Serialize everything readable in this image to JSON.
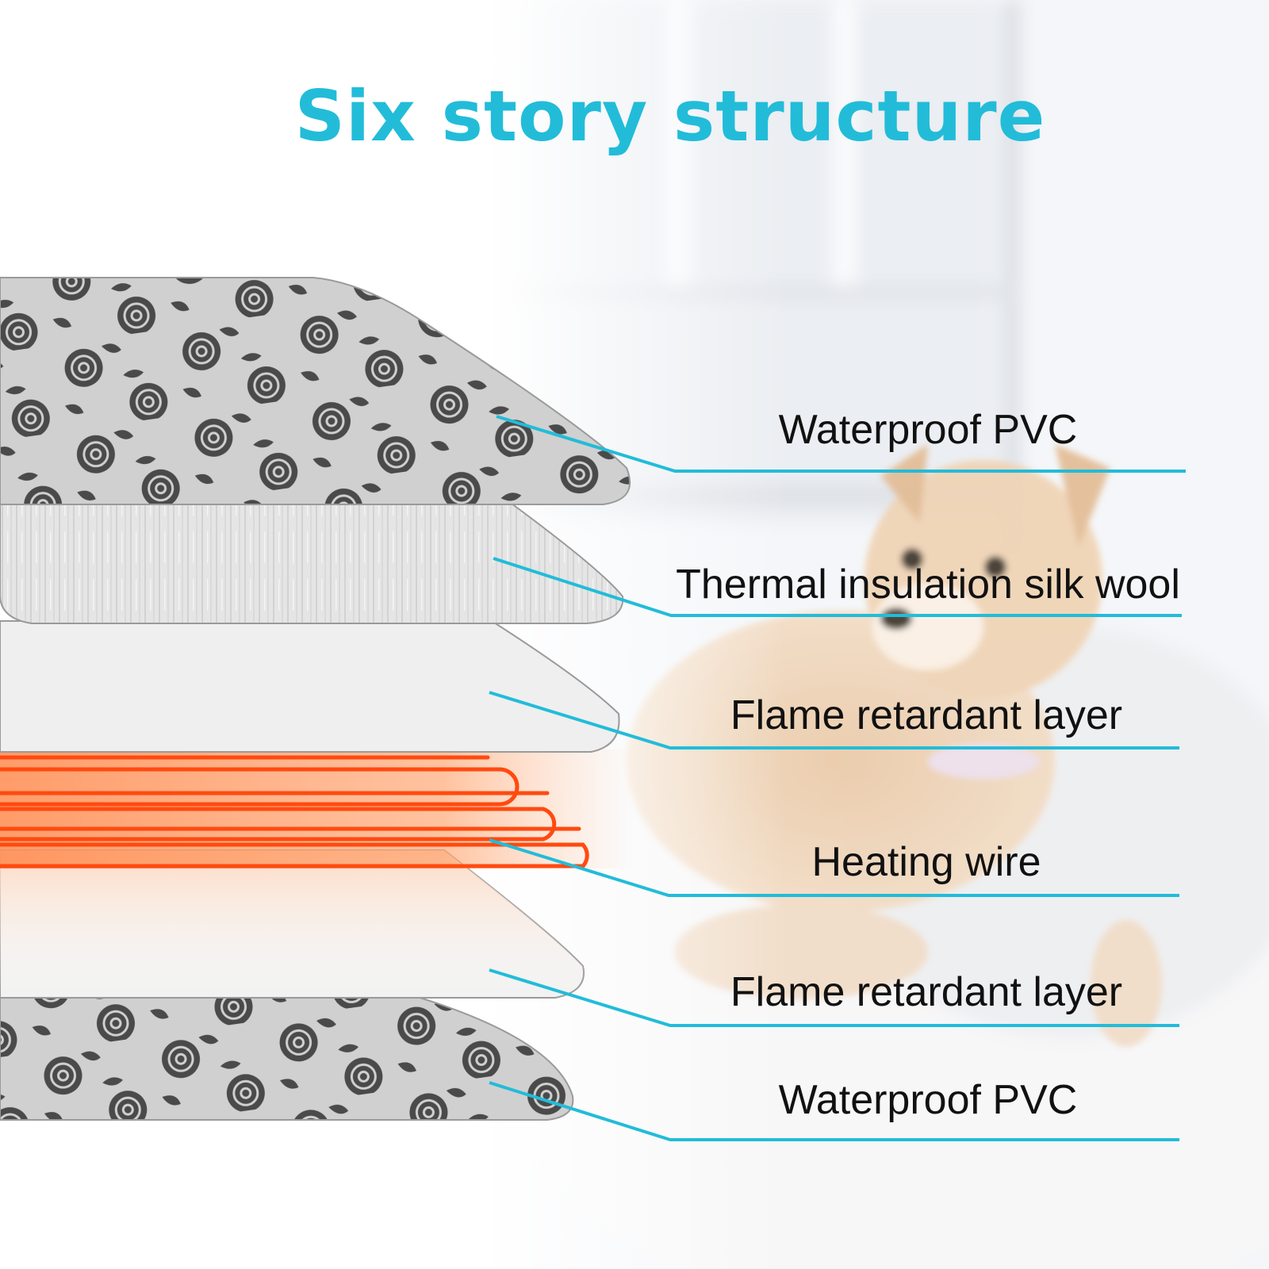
{
  "title": "Six story structure",
  "colors": {
    "title": "#22bcd9",
    "callout_line": "#22bcd9",
    "heating_wire": "#ff4a10",
    "heating_glow": "#ff7a3d",
    "pvc_base": "#cfcfcf",
    "pvc_pattern": "#4a4a4a",
    "wool": "#e6e6e6",
    "flame_layer": "#f3f3f3",
    "label_text": "#111111"
  },
  "layers": [
    {
      "label": "Waterproof PVC",
      "material": "patterned-pvc"
    },
    {
      "label": "Thermal insulation silk wool",
      "material": "silk-wool"
    },
    {
      "label": "Flame retardant layer",
      "material": "flame-retardant"
    },
    {
      "label": "Heating wire",
      "material": "heating-wire"
    },
    {
      "label": "Flame retardant layer",
      "material": "flame-retardant"
    },
    {
      "label": "Waterproof PVC",
      "material": "patterned-pvc"
    }
  ],
  "background": {
    "scene": "puppy lying on white fur rug by window",
    "icon": "dog-photo"
  }
}
